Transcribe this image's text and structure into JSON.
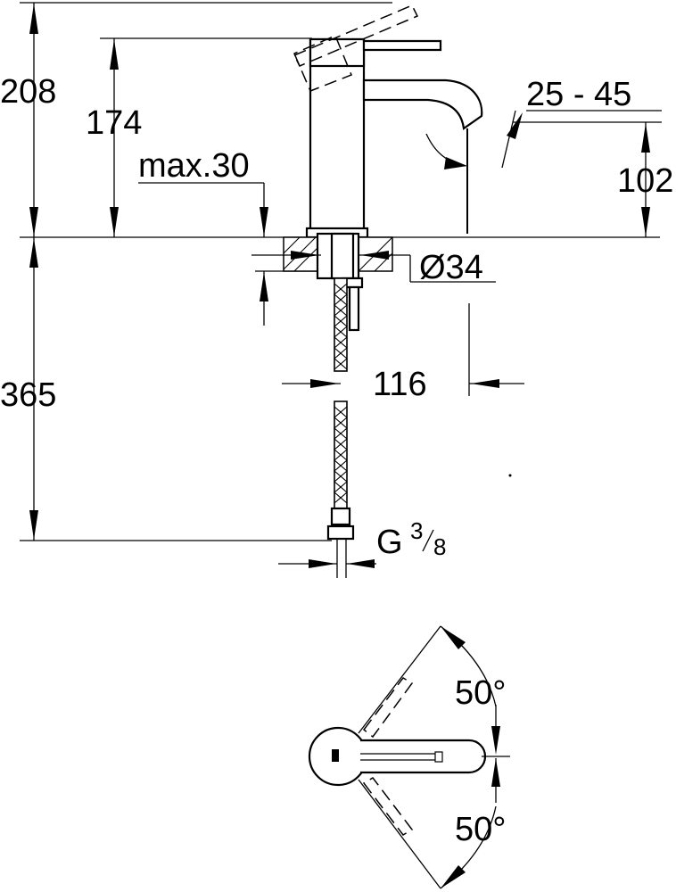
{
  "dimensions": {
    "total_height": "208",
    "spout_height": "174",
    "max_deck": "max.30",
    "adjust_range": "25 - 45",
    "outlet_height": "102",
    "hole_diameter": "Ø34",
    "projection": "116",
    "hose_length": "365",
    "connection_base": "G",
    "connection_num": "3",
    "connection_den": "8",
    "angle_back": "50°",
    "angle_front": "50°"
  }
}
